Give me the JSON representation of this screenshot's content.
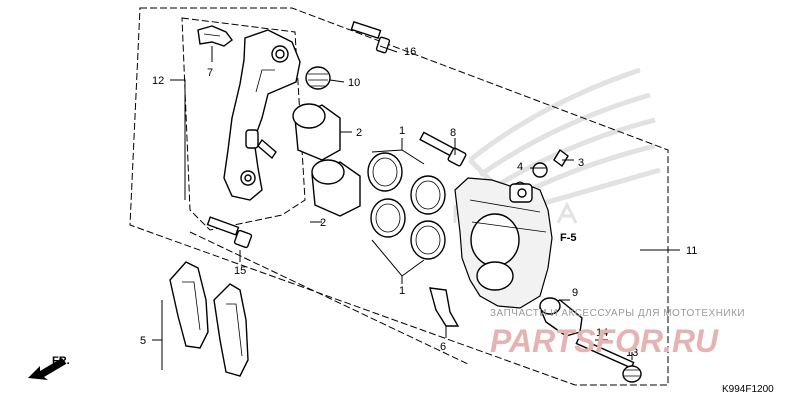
{
  "callouts": {
    "c1a": "1",
    "c1b": "1",
    "c2a": "2",
    "c2b": "2",
    "c3": "3",
    "c4": "4",
    "c5": "5",
    "c6": "6",
    "c7": "7",
    "c8": "8",
    "c9": "9",
    "c10": "10",
    "c11": "11",
    "c12": "12",
    "c13": "13",
    "c14": "14",
    "c15": "15",
    "c16": "16"
  },
  "reference": "F-5",
  "direction": "FR.",
  "diagram_code": "K994F1200",
  "watermark": {
    "tagline": "ЗАПЧАСТИ И АКСЕССУАРЫ ДЛЯ МОТОТЕХНИКИ",
    "brand": "PARTSFOR.RU",
    "color": "#e6b3b3"
  }
}
